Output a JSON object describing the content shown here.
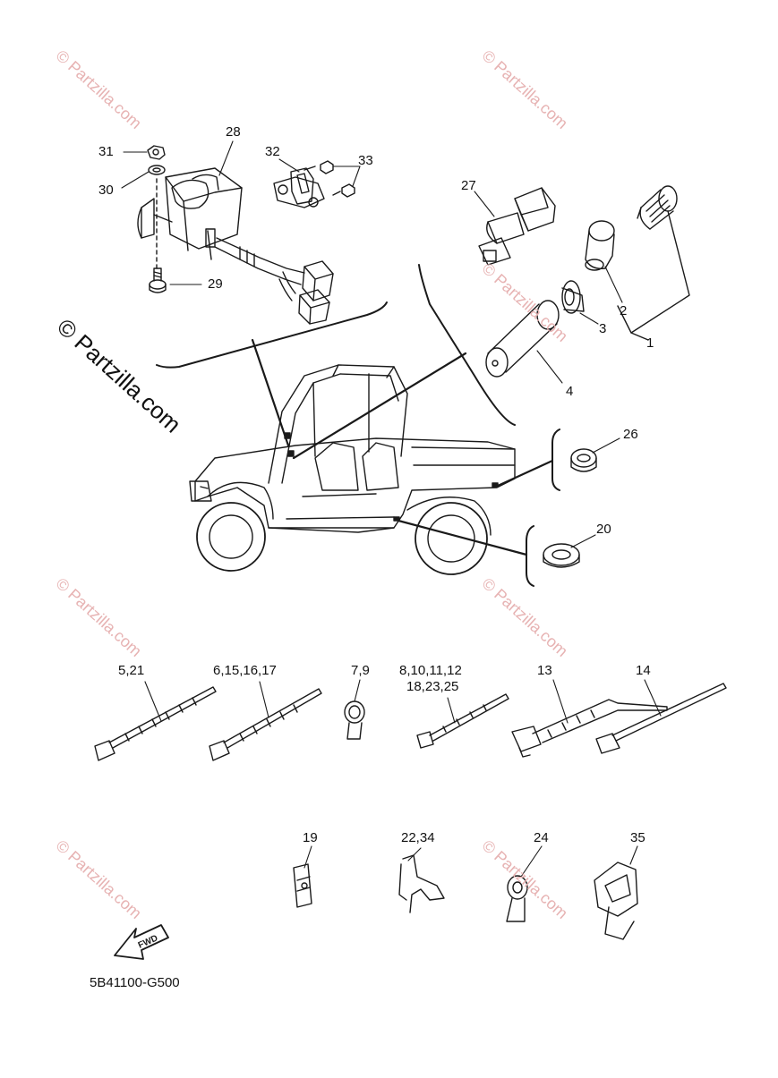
{
  "watermark": "© Partzilla.com",
  "diagram_code": "5B41100-G500",
  "fwd_label": "FWD",
  "callouts": {
    "p1": "1",
    "p2": "2",
    "p3": "3",
    "p4": "4",
    "p20": "20",
    "p26": "26",
    "p27": "27",
    "p28": "28",
    "p29": "29",
    "p30": "30",
    "p31": "31",
    "p32": "32",
    "p33": "33",
    "p5_21": "5,21",
    "p6_17": "6,15,16,17",
    "p7_9": "7,9",
    "p8_12": "8,10,11,12",
    "p18_25": "18,23,25",
    "p13": "13",
    "p14": "14",
    "p19": "19",
    "p22_34": "22,34",
    "p24": "24",
    "p35": "35"
  },
  "colors": {
    "line": "#1a1a1a",
    "watermark": "#e7b3b3",
    "background": "#ffffff"
  }
}
